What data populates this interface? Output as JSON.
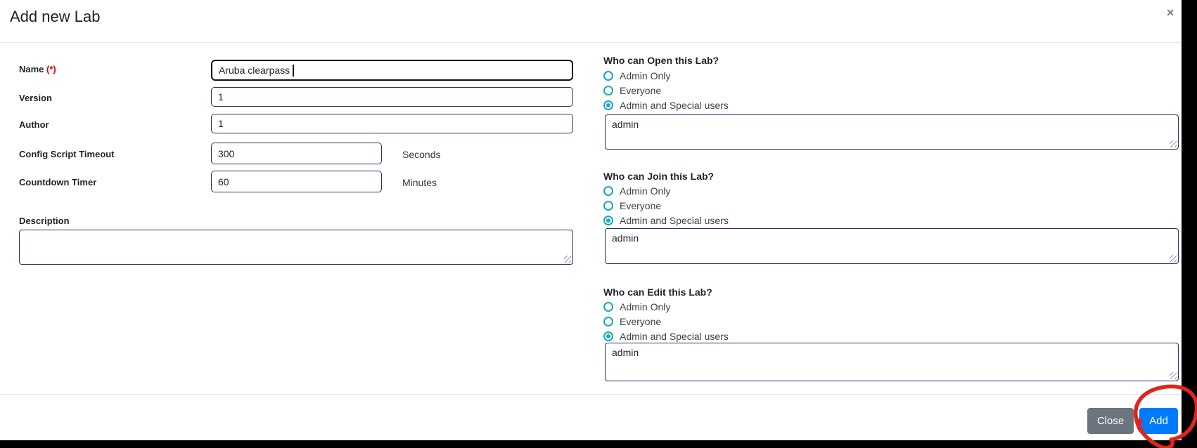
{
  "dialog": {
    "title": "Add new Lab",
    "close_icon": "×"
  },
  "fields": {
    "name": {
      "label": "Name",
      "required_marker": "(*)",
      "value": "Aruba clearpass"
    },
    "version": {
      "label": "Version",
      "value": "1"
    },
    "author": {
      "label": "Author",
      "value": "1"
    },
    "config_script_timeout": {
      "label": "Config Script Timeout",
      "value": "300",
      "unit": "Seconds"
    },
    "countdown_timer": {
      "label": "Countdown Timer",
      "value": "60",
      "unit": "Minutes"
    },
    "description": {
      "label": "Description",
      "value": ""
    }
  },
  "permissions": [
    {
      "question": "Who can Open this Lab?",
      "options": [
        "Admin Only",
        "Everyone",
        "Admin and Special users"
      ],
      "selected": "Admin and Special users",
      "users_value": "admin"
    },
    {
      "question": "Who can Join this Lab?",
      "options": [
        "Admin Only",
        "Everyone",
        "Admin and Special users"
      ],
      "selected": "Admin and Special users",
      "users_value": "admin"
    },
    {
      "question": "Who can Edit this Lab?",
      "options": [
        "Admin Only",
        "Everyone",
        "Admin and Special users"
      ],
      "selected": "Admin and Special users",
      "users_value": "admin"
    }
  ],
  "footer": {
    "close_label": "Close",
    "add_label": "Add"
  },
  "colors": {
    "radio_accent": "#18a7c4",
    "input_border": "#24355c",
    "primary_button": "#007bff",
    "secondary_button": "#6c757d",
    "required": "#e00000",
    "annotation": "#e0241c"
  }
}
